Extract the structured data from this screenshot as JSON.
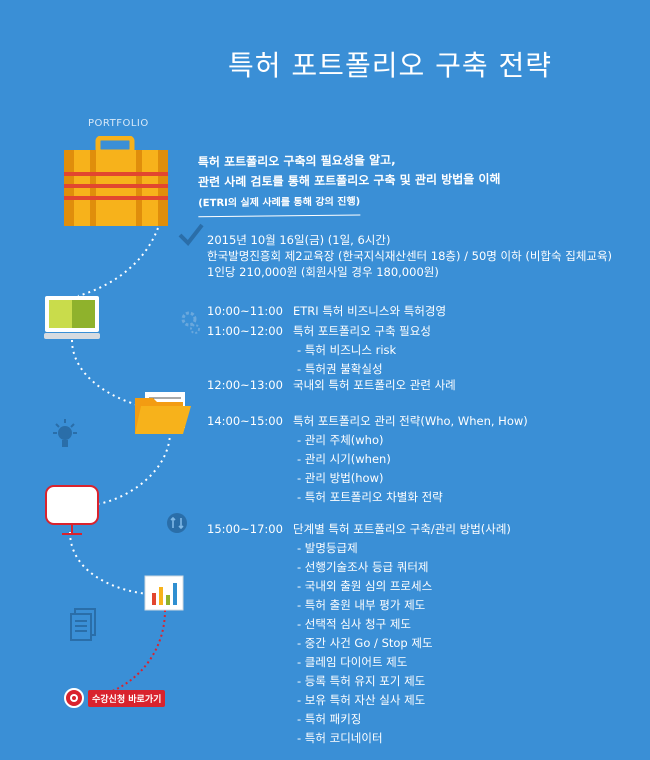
{
  "title": "특허 포트폴리오 구축 전략",
  "portfolio_label": "PORTFOLIO",
  "intro": {
    "line1": "특허 포트폴리오 구축의 필요성을 알고,",
    "line2": "관련 사례 검토를 통해 포트폴리오 구축 및 관리 방법을 이해",
    "line3": "(ETRI의 실제 사례를 통해 강의 진행)"
  },
  "info": {
    "date": "2015년 10월 16일(금) (1일, 6시간)",
    "venue": "한국발명진흥회 제2교육장 (한국지식재산센터 18층) / 50명 이하 (비합숙 집체교육)",
    "fee": "1인당 210,000원 (회원사일 경우 180,000원)"
  },
  "schedule": [
    {
      "time": "10:00~11:00",
      "title": "ETRI 특허 비즈니스와 특허경영",
      "items": []
    },
    {
      "time": "11:00~12:00",
      "title": "특허 포트폴리오 구축 필요성",
      "items": [
        "- 특허 비즈니스 risk",
        "- 특허권 불확실성"
      ]
    },
    {
      "time": "12:00~13:00",
      "title": "국내외 특허 포트폴리오 관련 사례",
      "items": []
    },
    {
      "time": "14:00~15:00",
      "title": "특허 포트폴리오 관리 전략(Who, When, How)",
      "items": [
        "- 관리 주체(who)",
        "- 관리 시기(when)",
        "- 관리 방법(how)",
        "- 특허 포트폴리오 차별화 전략"
      ]
    },
    {
      "time": "15:00~17:00",
      "title": "단계별 특허 포트폴리오 구축/관리 방법(사례)",
      "items": [
        "- 발명등급제",
        "- 선행기술조사 등급 쿼터제",
        "- 국내외 출원 심의 프로세스",
        "- 특허 출원 내부 평가 제도",
        "- 선택적 심사 청구 제도",
        "- 중간 사건 Go / Stop 제도",
        "- 클레임 다이어트 제도",
        "- 등록 특허 유지 포기 제도",
        "- 보유 특허 자산 실사 제도",
        "- 특허 패키징",
        "- 특허 코디네이터"
      ]
    }
  ],
  "cta": {
    "label": "수강신청 바로가기"
  },
  "colors": {
    "background": "#3a8fd6",
    "accent": "#d9232e",
    "suitcase": "#f7b21b",
    "folder": "#f39c12",
    "monitor": "#a6c83a"
  }
}
